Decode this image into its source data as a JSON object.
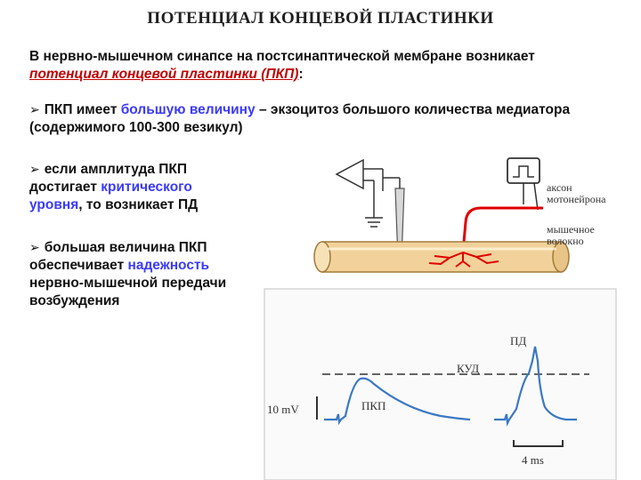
{
  "title": "ПОТЕНЦИАЛ КОНЦЕВОЙ ПЛАСТИНКИ",
  "intro": {
    "text": "В нервно-мышечном синапсе на постсинаптической мембране возникает ",
    "term": "потенциал концевой пластинки (ПКП)",
    "colon": ":"
  },
  "bullets": [
    {
      "pre": "ПКП имеет ",
      "hl": "большую величину",
      "post": " – экзоцитоз большого количества медиатора  (содержимого 100-300 везикул)"
    },
    {
      "pre": "если амплитуда ПКП достигает ",
      "hl": "критического уровня",
      "post": ", то возникает ПД"
    },
    {
      "pre": "большая величина ПКП обеспечивает ",
      "hl": "надежность",
      "post": " нервно-мышечной  передачи возбуждения"
    }
  ],
  "diagram": {
    "axon_label": "аксон\nмотонейрона",
    "fiber_label": "мышечное\nволокно"
  },
  "graph": {
    "pd_label": "ПД",
    "kud_label": "КУД",
    "pkp_label": "ПКП",
    "scale_mv": "10 mV",
    "scale_ms": "4 ms"
  },
  "colors": {
    "trace": "#3a78c4",
    "axon": "#e00000",
    "fiber": "#f2d29a",
    "highlight": "#3a3aff",
    "term": "#c00000"
  }
}
